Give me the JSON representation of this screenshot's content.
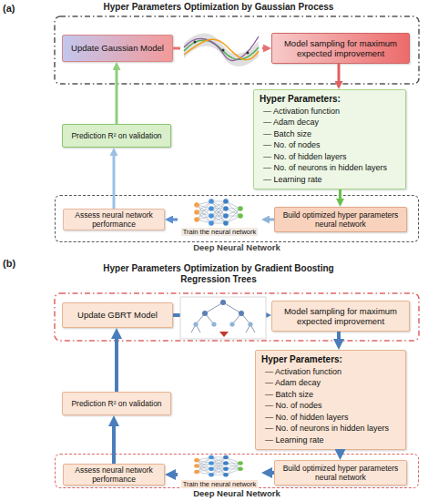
{
  "diagram": {
    "nodes": [
      {
        "text": [
          "Update Gaussian Model"
        ]
      },
      {
        "text": [
          "Model sampling for maximum expected improvement"
        ]
      },
      {
        "text": [
          "Hyper Parameters:",
          "— Activation function",
          "— Adam decay",
          "— Batch size",
          "— No. of nodes",
          "— No. of hidden layers",
          "— No. of neurons in hidden layers",
          "— Learning rate"
        ]
      },
      {
        "text": [
          "Prediction R² on validation"
        ]
      },
      {
        "text": [
          "Deep Neural Network"
        ]
      },
      {
        "text": [
          "Assess neural network performance"
        ],
        "in": 4
      },
      {
        "text": [
          "Train the neural network"
        ],
        "in": 4
      },
      {
        "text": [
          "Build optimized hyper parameters neural network"
        ],
        "in": 4
      },
      {
        "text": [
          "Update GBRT Model"
        ]
      },
      {
        "text": [
          "Model sampling for maximum expected improvement"
        ]
      },
      {
        "text": [
          "Hyper Parameters:",
          "— Activation function",
          "— Adam decay",
          "— Batch size",
          "— No. of nodes",
          "— No. of hidden layers",
          "— No. of neurons in hidden layers",
          "— Learning rate"
        ]
      },
      {
        "text": [
          "Prediction R² on validation"
        ]
      },
      {
        "text": [
          "Deep Neural Network"
        ]
      },
      {
        "text": [
          "Assess neural network performance"
        ],
        "in": 12
      },
      {
        "text": [
          "Train the neural network"
        ],
        "in": 12
      },
      {
        "text": [
          "Build optimized hyper parameters neural network"
        ],
        "in": 12
      }
    ],
    "edges": [
      {
        "from": 0,
        "to": 1,
        "arrow": "to"
      },
      {
        "from": 1,
        "to": 2,
        "arrow": "to"
      },
      {
        "from": 2,
        "to": 7,
        "arrow": "to"
      },
      {
        "from": 7,
        "to": 6,
        "arrow": "to"
      },
      {
        "from": 6,
        "to": 5,
        "arrow": "to"
      },
      {
        "from": 5,
        "to": 3,
        "arrow": "to"
      },
      {
        "from": 3,
        "to": 0,
        "arrow": "to"
      },
      {
        "from": 8,
        "to": 9,
        "arrow": "to"
      },
      {
        "from": 9,
        "to": 10,
        "arrow": "to"
      },
      {
        "from": 10,
        "to": 15,
        "arrow": "to"
      },
      {
        "from": 15,
        "to": 14,
        "arrow": "to"
      },
      {
        "from": 14,
        "to": 13,
        "arrow": "to"
      },
      {
        "from": 13,
        "to": 11,
        "arrow": "to"
      },
      {
        "from": 11,
        "to": 8,
        "arrow": "to"
      }
    ],
    "labels": [
      "(a)",
      "Hyper Parameters Optimization by Gaussian Process",
      "(b)",
      "Hyper Parameters Optimization by Gradient Boosting Regression Trees"
    ]
  }
}
